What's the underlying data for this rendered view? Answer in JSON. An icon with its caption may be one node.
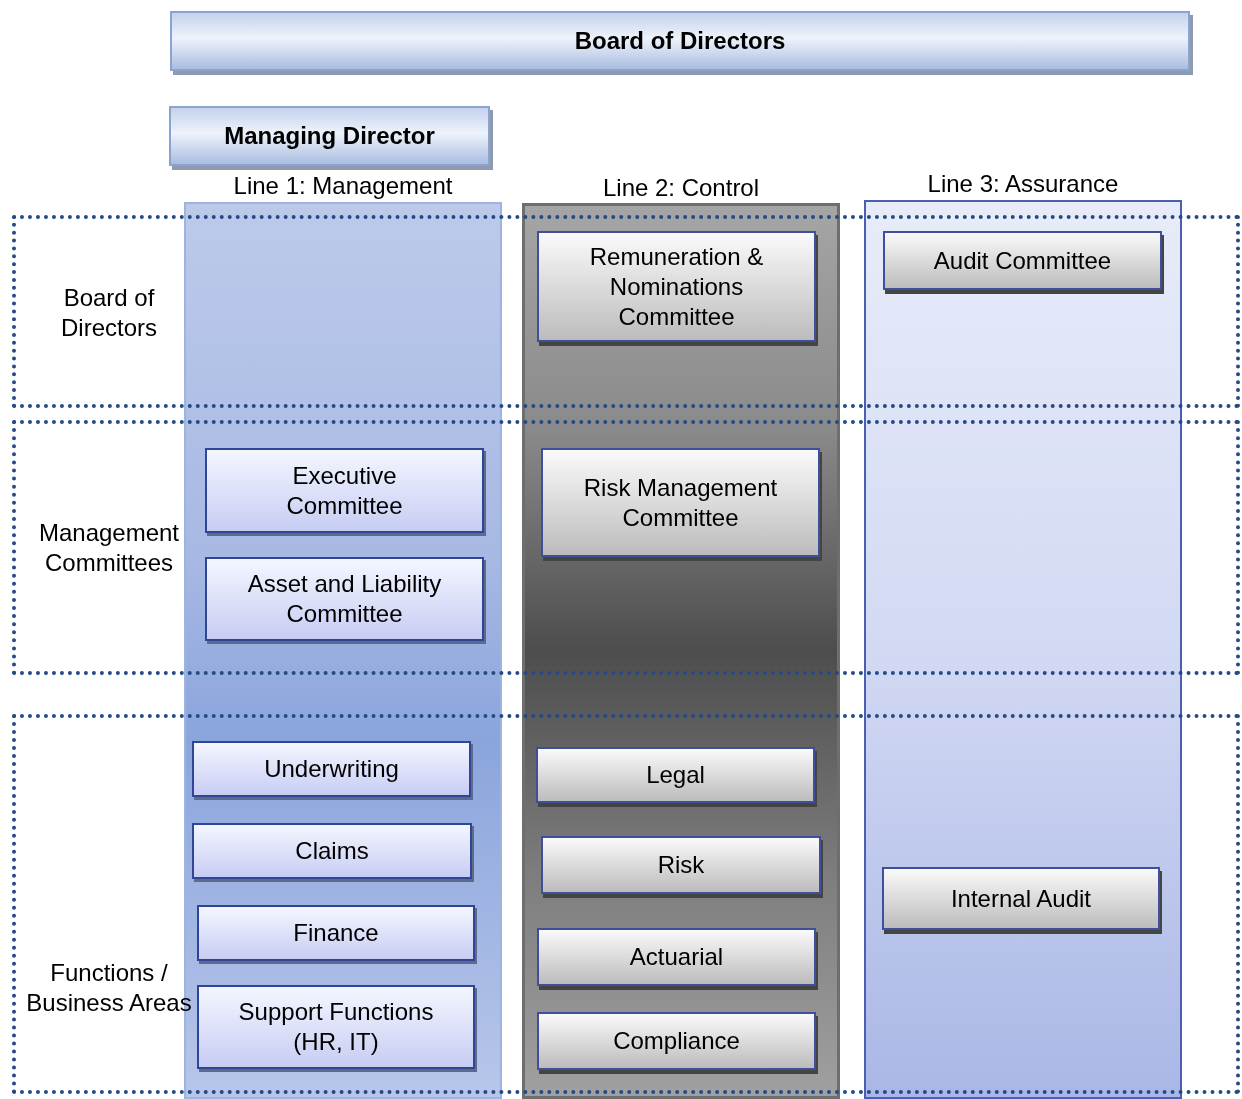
{
  "diagram": {
    "nodes": [
      {
        "text": [
          "Board of Directors"
        ]
      },
      {
        "text": [
          "Managing Director"
        ]
      },
      {
        "text": [
          "Board of Directors"
        ]
      },
      {
        "text": [
          "Management Committees"
        ]
      },
      {
        "text": [
          "Functions / Business Areas"
        ]
      },
      {
        "text": [
          "Line 1: Management"
        ]
      },
      {
        "text": [
          "Line 2: Control"
        ]
      },
      {
        "text": [
          "Line 3: Assurance"
        ]
      },
      {
        "text": [
          "Executive Committee"
        ]
      },
      {
        "text": [
          "Asset and Liability Committee"
        ]
      },
      {
        "text": [
          "Underwriting"
        ]
      },
      {
        "text": [
          "Claims"
        ]
      },
      {
        "text": [
          "Finance"
        ]
      },
      {
        "text": [
          "Support Functions (HR, IT)"
        ]
      },
      {
        "text": [
          "Remuneration & Nominations Committee"
        ]
      },
      {
        "text": [
          "Risk Management Committee"
        ]
      },
      {
        "text": [
          "Legal"
        ]
      },
      {
        "text": [
          "Risk"
        ]
      },
      {
        "text": [
          "Actuarial"
        ]
      },
      {
        "text": [
          "Compliance"
        ]
      },
      {
        "text": [
          "Audit Committee"
        ]
      },
      {
        "text": [
          "Internal Audit"
        ]
      }
    ],
    "edges": []
  }
}
